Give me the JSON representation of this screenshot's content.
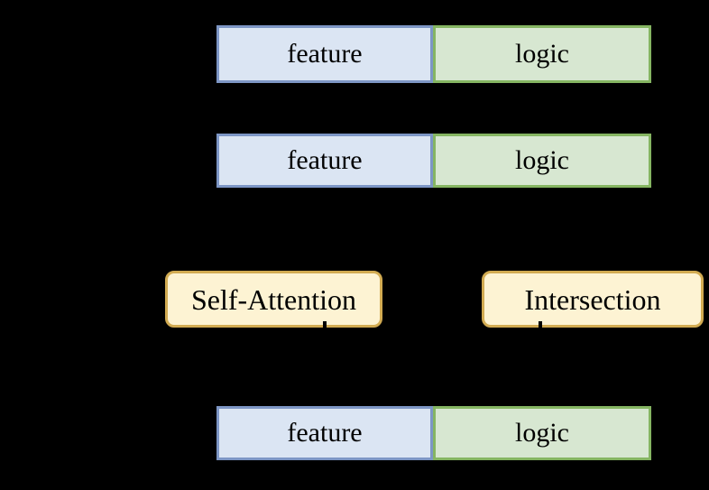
{
  "labels": {
    "feature": "feature",
    "logic": "logic",
    "self_attention": "Self-Attention",
    "intersection": "Intersection"
  },
  "colors": {
    "background": "#000000",
    "feature_fill": "#dbe5f3",
    "feature_border": "#7d96c5",
    "logic_fill": "#d7e7d1",
    "logic_border": "#85b562",
    "operator_fill": "#fdf3d3",
    "operator_border": "#d2ab52",
    "text": "#000000",
    "arrow": "#000000"
  },
  "arrows": [
    {
      "from": "self-attention-box",
      "to": "bottom-feature-box"
    },
    {
      "from": "intersection-box",
      "to": "bottom-logic-box"
    }
  ]
}
